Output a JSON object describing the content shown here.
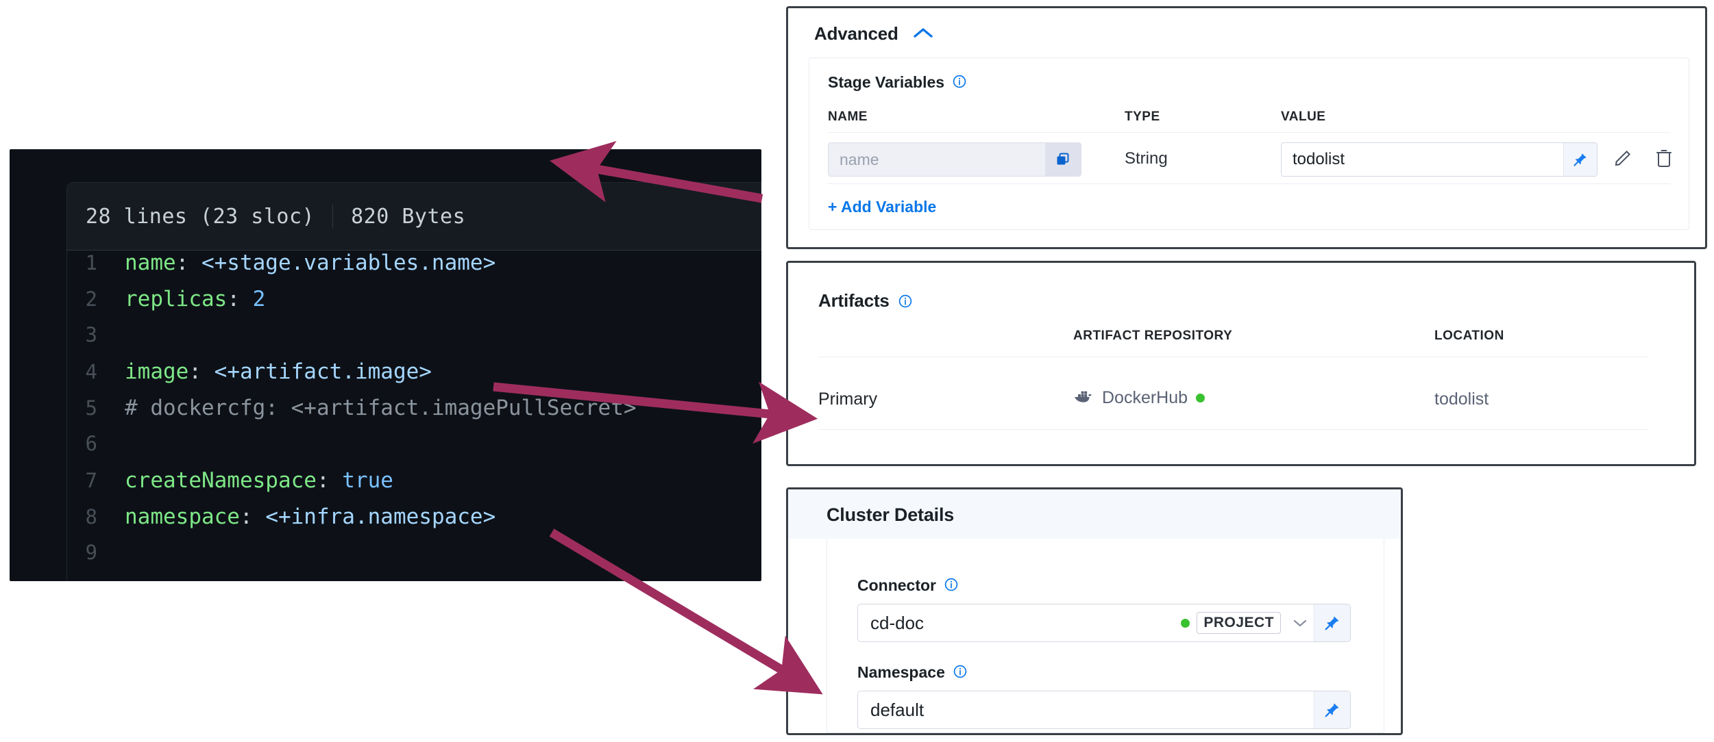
{
  "code_viewer": {
    "lines_meta": "28 lines (23 sloc)",
    "size_meta": "820 Bytes",
    "lines": [
      {
        "n": "1",
        "tokens": [
          {
            "t": "name",
            "c": "key"
          },
          {
            "t": ": ",
            "c": "punc"
          },
          {
            "t": "<+stage.variables.name>",
            "c": "str"
          }
        ]
      },
      {
        "n": "2",
        "tokens": [
          {
            "t": "replicas",
            "c": "key"
          },
          {
            "t": ": ",
            "c": "punc"
          },
          {
            "t": "2",
            "c": "val"
          }
        ]
      },
      {
        "n": "3",
        "tokens": []
      },
      {
        "n": "4",
        "tokens": [
          {
            "t": "image",
            "c": "key"
          },
          {
            "t": ": ",
            "c": "punc"
          },
          {
            "t": "<+artifact.image>",
            "c": "str"
          }
        ]
      },
      {
        "n": "5",
        "tokens": [
          {
            "t": "# dockercfg: <+artifact.imagePullSecret>",
            "c": "com"
          }
        ]
      },
      {
        "n": "6",
        "tokens": []
      },
      {
        "n": "7",
        "tokens": [
          {
            "t": "createNamespace",
            "c": "key"
          },
          {
            "t": ": ",
            "c": "punc"
          },
          {
            "t": "true",
            "c": "val"
          }
        ]
      },
      {
        "n": "8",
        "tokens": [
          {
            "t": "namespace",
            "c": "key"
          },
          {
            "t": ": ",
            "c": "punc"
          },
          {
            "t": "<+infra.namespace>",
            "c": "str"
          }
        ]
      },
      {
        "n": "9",
        "tokens": []
      }
    ]
  },
  "advanced": {
    "title": "Advanced",
    "chevron_icon": "chevron-up-icon",
    "stage_variables": {
      "title": "Stage Variables",
      "info_icon": "info-icon",
      "columns": [
        "NAME",
        "TYPE",
        "VALUE"
      ],
      "rows": [
        {
          "name_placeholder": "name",
          "name_value": "",
          "copy_icon": "copy-icon",
          "type": "String",
          "value": "todolist",
          "pin_icon": "pin-icon",
          "edit_icon": "pencil-icon",
          "delete_icon": "trash-icon"
        }
      ],
      "add_variable_label": "+ Add Variable"
    }
  },
  "artifacts": {
    "title": "Artifacts",
    "info_icon": "info-icon",
    "columns": [
      "",
      "ARTIFACT REPOSITORY",
      "LOCATION"
    ],
    "rows": [
      {
        "kind": "Primary",
        "repository_icon": "docker-icon",
        "repository": "DockerHub",
        "status_dot": "green",
        "location": "todolist"
      }
    ]
  },
  "cluster_details": {
    "title": "Cluster Details",
    "connector": {
      "label": "Connector",
      "info_icon": "info-icon",
      "value": "cd-doc",
      "status_dot": "green",
      "scope_badge": "PROJECT",
      "caret_icon": "chevron-down-icon",
      "pin_icon": "pin-icon"
    },
    "namespace": {
      "label": "Namespace",
      "info_icon": "info-icon",
      "value": "default",
      "pin_icon": "pin-icon"
    }
  },
  "colors": {
    "accent_blue": "#0a77e8",
    "status_green": "#3ac12f",
    "arrow_maroon": "#9e2d5e",
    "code_bg": "#0d1117",
    "code_key_green": "#7ee787",
    "code_string_blue": "#a5d6ff"
  },
  "annotations": {
    "arrows": [
      {
        "name": "arrow-to-stage-variable-name",
        "from_code_line": "1",
        "to_target": "stage-variable-name-input"
      },
      {
        "name": "arrow-to-artifact-primary",
        "from_code_line": "4",
        "to_target": "artifacts-primary-row"
      },
      {
        "name": "arrow-to-namespace-field",
        "from_code_line": "8",
        "to_target": "cluster-namespace-input"
      }
    ]
  }
}
